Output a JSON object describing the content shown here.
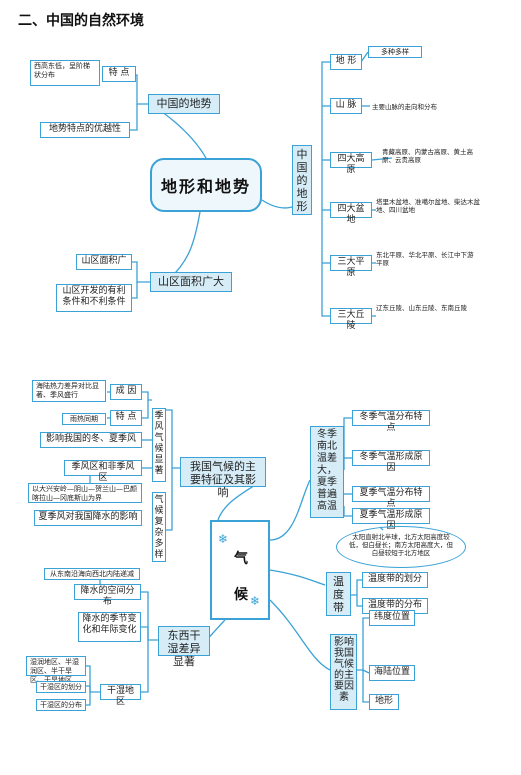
{
  "heading": "二、中国的自然环境",
  "map1": {
    "center": "地形和地势",
    "diandian": {
      "label": "特 点",
      "detail": "西高东低，呈阶梯状分布"
    },
    "dishi": {
      "label": "中国的地势",
      "advantage": "地势特点的优越性"
    },
    "dixing": {
      "label": "中国的地形"
    },
    "items": [
      {
        "label": "地 形",
        "detail": "多种多样"
      },
      {
        "label": "山 脉",
        "detail": "主要山脉的走向和分布"
      },
      {
        "label": "四大高原",
        "detail": "青藏高原、内蒙古高原、黄土高原、云贵高原"
      },
      {
        "label": "四大盆地",
        "detail": "塔里木盆地、准噶尔盆地、柴达木盆地、四川盆地"
      },
      {
        "label": "三大平原",
        "detail": "东北平原、华北平原、长江中下游平原"
      },
      {
        "label": "三大丘陵",
        "detail": "辽东丘陵、山东丘陵、东南丘陵"
      }
    ],
    "shanqu": {
      "label": "山区面积广大",
      "area": "山区面积广",
      "cond": "山区开发的有利条件和不利条件"
    }
  },
  "map2": {
    "center_a": "气",
    "center_b": "候",
    "main": "我国气候的主要特征及其影响",
    "monsoon_vert": "季风气候显著",
    "complex_vert": "气候复杂多样",
    "cause": {
      "label": "成 因",
      "detail": "海陆热力差异对比显著、季风盛行"
    },
    "feature": {
      "label": "特 点",
      "detail": "雨热同期"
    },
    "effect": "影响我国的冬、夏季风",
    "region": "季风区和非季风区",
    "boundary": "以大兴安岭—阴山—贺兰山—巴颜喀拉山—冈底斯山为界",
    "summer": "夏季风对我国降水的影响",
    "temp": {
      "label": "冬季南北温差大，夏季普遍高温",
      "items": [
        "冬季气温分布特点",
        "冬季气温形成原因",
        "夏季气温分布特点",
        "夏季气温形成原因"
      ],
      "note": "太阳直射北半球，北方太阳高度较低，但白昼长；南方太阳高度大，但白昼较短于北方地区"
    },
    "belt": {
      "label": "温度带",
      "items": [
        "温度带的划分",
        "温度带的分布"
      ]
    },
    "factors": {
      "label": "影响我国气候的主要因素",
      "items": [
        "纬度位置",
        "海陆位置",
        "地形"
      ]
    },
    "drywet": {
      "label": "东西干湿差异显著",
      "dir": "从东南沿海向西北内陆递减",
      "spatial": "降水的空间分布",
      "seasonal": "降水的季节变化和年际变化",
      "area": "干湿地区",
      "areas_detail": "湿润地区、半湿润区、半干旱区、干旱地区",
      "divide": "干湿区的划分",
      "dist": "干湿区的分布"
    }
  }
}
